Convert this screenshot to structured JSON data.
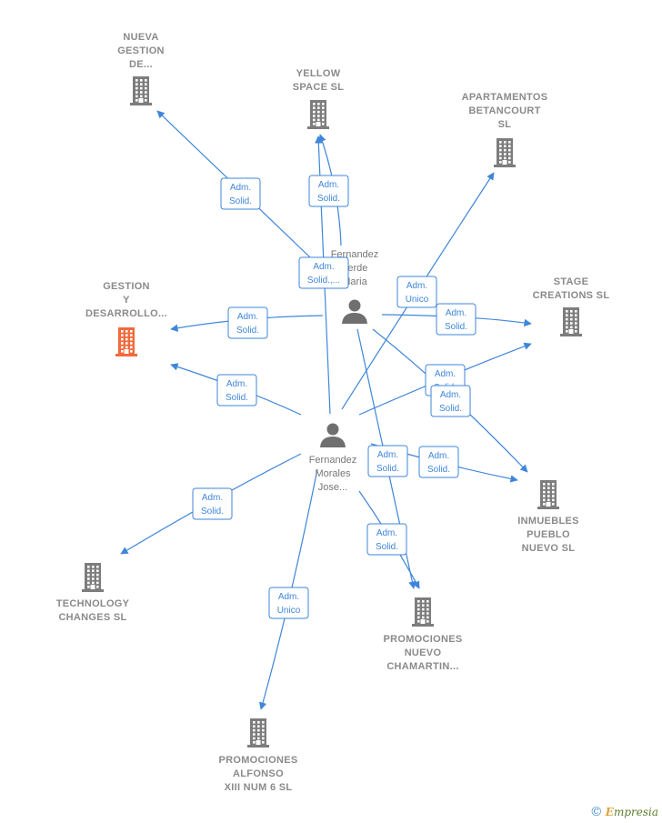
{
  "colors": {
    "edge": "#3f86d9",
    "building": "#7d7d7d",
    "highlight": "#f26a3b",
    "person": "#6f6f6f"
  },
  "companies": [
    {
      "id": "c1",
      "lines": [
        "NUEVA",
        "GESTION",
        "DE..."
      ],
      "highlight": false
    },
    {
      "id": "c2",
      "lines": [
        "YELLOW",
        "SPACE  SL"
      ],
      "highlight": false
    },
    {
      "id": "c3",
      "lines": [
        "APARTAMENTOS",
        "BETANCOURT",
        "SL"
      ],
      "highlight": false
    },
    {
      "id": "c4",
      "lines": [
        "GESTION",
        "Y",
        "DESARROLLO..."
      ],
      "highlight": true
    },
    {
      "id": "c5",
      "lines": [
        "STAGE",
        "CREATIONS  SL"
      ],
      "highlight": false
    },
    {
      "id": "c6",
      "lines": [
        "INMUEBLES",
        "PUEBLO",
        "NUEVO  SL"
      ],
      "highlight": false
    },
    {
      "id": "c7",
      "lines": [
        "TECHNOLOGY",
        "CHANGES  SL"
      ],
      "highlight": false
    },
    {
      "id": "c8",
      "lines": [
        "PROMOCIONES",
        "NUEVO",
        "CHAMARTIN..."
      ],
      "highlight": false
    },
    {
      "id": "c9",
      "lines": [
        "PROMOCIONES",
        "ALFONSO",
        "XIII NUM 6 SL"
      ],
      "highlight": false
    }
  ],
  "persons": [
    {
      "id": "p1",
      "lines": [
        "Fernandez",
        "Verde",
        "Maria"
      ]
    },
    {
      "id": "p2",
      "lines": [
        "Fernandez",
        "Morales",
        "Jose..."
      ]
    }
  ],
  "edges": [
    {
      "from": "p1",
      "to": "c1",
      "label": [
        "Adm.",
        "Solid."
      ]
    },
    {
      "from": "p1",
      "to": "c2",
      "label": [
        "Adm.",
        "Solid."
      ]
    },
    {
      "from": "p2",
      "to": "c2",
      "label": [
        "Adm.",
        "Solid.,..."
      ]
    },
    {
      "from": "p2",
      "to": "c3",
      "label": [
        "Adm.",
        "Unico"
      ]
    },
    {
      "from": "p1",
      "to": "c4",
      "label": [
        "Adm.",
        "Solid."
      ]
    },
    {
      "from": "p2",
      "to": "c4",
      "label": [
        "Adm.",
        "Solid."
      ]
    },
    {
      "from": "p1",
      "to": "c5",
      "label": [
        "Adm.",
        "Solid."
      ]
    },
    {
      "from": "p2",
      "to": "c5",
      "label": [
        "Adm.",
        "Solid."
      ]
    },
    {
      "from": "p1",
      "to": "c6",
      "label": [
        "Adm.",
        "Solid."
      ]
    },
    {
      "from": "p2",
      "to": "c6",
      "label": [
        "Adm.",
        "Solid."
      ]
    },
    {
      "from": "p2",
      "to": "c7",
      "label": [
        "Adm.",
        "Solid."
      ]
    },
    {
      "from": "p1",
      "to": "c8",
      "label": [
        "Adm.",
        "Solid."
      ]
    },
    {
      "from": "p2",
      "to": "c8",
      "label": [
        "Adm.",
        "Solid."
      ]
    },
    {
      "from": "p2",
      "to": "c9",
      "label": [
        "Adm.",
        "Unico"
      ]
    }
  ],
  "brand": {
    "copyright": "©",
    "first_letter": "E",
    "rest": "mpresia"
  }
}
